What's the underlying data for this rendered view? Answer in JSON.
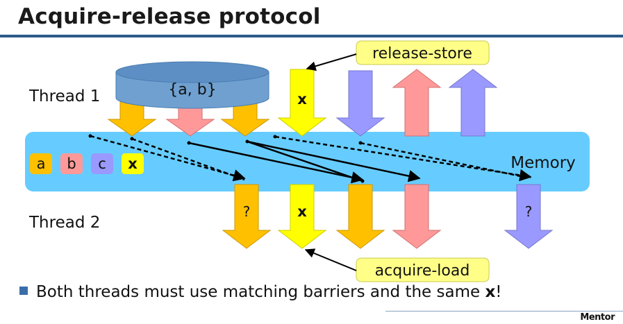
{
  "slide": {
    "title": "Acquire-release protocol",
    "footer_logo": "Mentor"
  },
  "diagram": {
    "thread1_label": "Thread 1",
    "thread2_label": "Thread 2",
    "memory_label": "Memory",
    "cache_label": "{a, b}",
    "release_label": "release-store",
    "acquire_label": "acquire-load",
    "legend": [
      "a",
      "b",
      "c",
      "x"
    ],
    "t1_x_label": "x",
    "t2_x_label": "x",
    "t2_q1_label": "?",
    "t2_q2_label": "?",
    "colors": {
      "a": "#ffc000",
      "b": "#ff9999",
      "c": "#9999ff",
      "x": "#ffff00",
      "memory": "#66ccff",
      "cache": "#6fa0d0",
      "callout": "#ffff88"
    }
  },
  "bullet": {
    "text_before": "Both threads must use matching barriers and the same ",
    "bold": "x",
    "text_after": "!"
  }
}
